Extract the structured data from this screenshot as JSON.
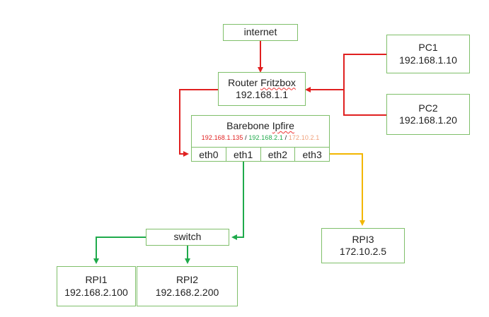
{
  "nodes": {
    "internet": {
      "label": "internet"
    },
    "router": {
      "line1_prefix": "Router ",
      "line1_word": "Fritzbox",
      "line2": "192.168.1.1"
    },
    "pc1": {
      "name": "PC1",
      "ip": "192.168.1.10"
    },
    "pc2": {
      "name": "PC2",
      "ip": "192.168.1.20"
    },
    "barebone": {
      "title_prefix": "Barebone ",
      "title_word": "Ipfire",
      "ip_red": "192.168.1.135",
      "ip_green": "192.168.2.1",
      "ip_orange": "172.10.2.1",
      "separator": " / ",
      "ports": [
        "eth0",
        "eth1",
        "eth2",
        "eth3"
      ]
    },
    "switch": {
      "label": "switch"
    },
    "rpi1": {
      "name": "RPI1",
      "ip": "192.168.2.100"
    },
    "rpi2": {
      "name": "RPI2",
      "ip": "192.168.2.200"
    },
    "rpi3": {
      "name": "RPI3",
      "ip": "172.10.2.5"
    }
  },
  "colors": {
    "box_border": "#7fbf6a",
    "red_link": "#e02020",
    "green_link": "#1faa4b",
    "orange_link": "#f2b600",
    "ip_red": "#e02020",
    "ip_green": "#1faa4b",
    "ip_orange": "#f0a07a"
  }
}
